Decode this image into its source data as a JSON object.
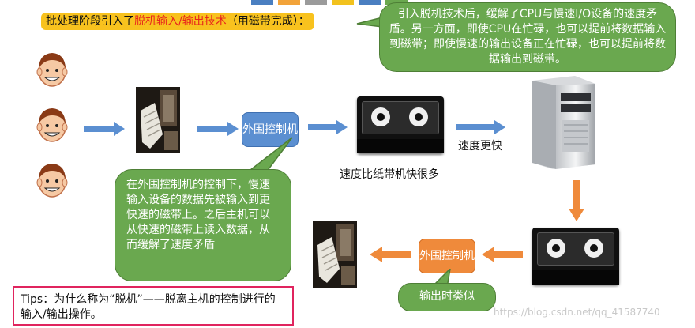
{
  "header": {
    "title_prefix": "批处理阶段引入了",
    "title_highlight": "脱机输入/输出技术",
    "title_suffix": "（用磁带完成）："
  },
  "callouts": {
    "top_right": "引入脱机技术后，缓解了CPU与慢速I/O设备的速度矛盾。另一方面，即使CPU在忙碌，也可以提前将数据输入到磁带；即使慢速的输出设备正在忙碌，也可以提前将数据输出到磁带。",
    "middle_left": "在外围控制机的控制下，慢速输入设备的数据先被输入到更快速的磁带上。之后主机可以从快速的磁带上读入数据，从而缓解了速度矛盾",
    "bottom": "输出时类似"
  },
  "diagram": {
    "ctrl_top": "外围控制机",
    "ctrl_bottom": "外围控制机",
    "tape_speed_label": "速度比纸带机快很多",
    "faster_label": "速度更快"
  },
  "tips": "Tips：为什么称为“脱机”——脱离主机的控制进行的输入/输出操作。",
  "watermark": "https://blog.csdn.net/qq_41587740",
  "colors": {
    "arrow_blue": "#5b8fd1",
    "arrow_orange": "#ef8a3b",
    "callout_green": "#6aa84f",
    "title_bg": "#f8c21e",
    "highlight_red": "#e8261c",
    "tips_border": "#e0245e"
  }
}
